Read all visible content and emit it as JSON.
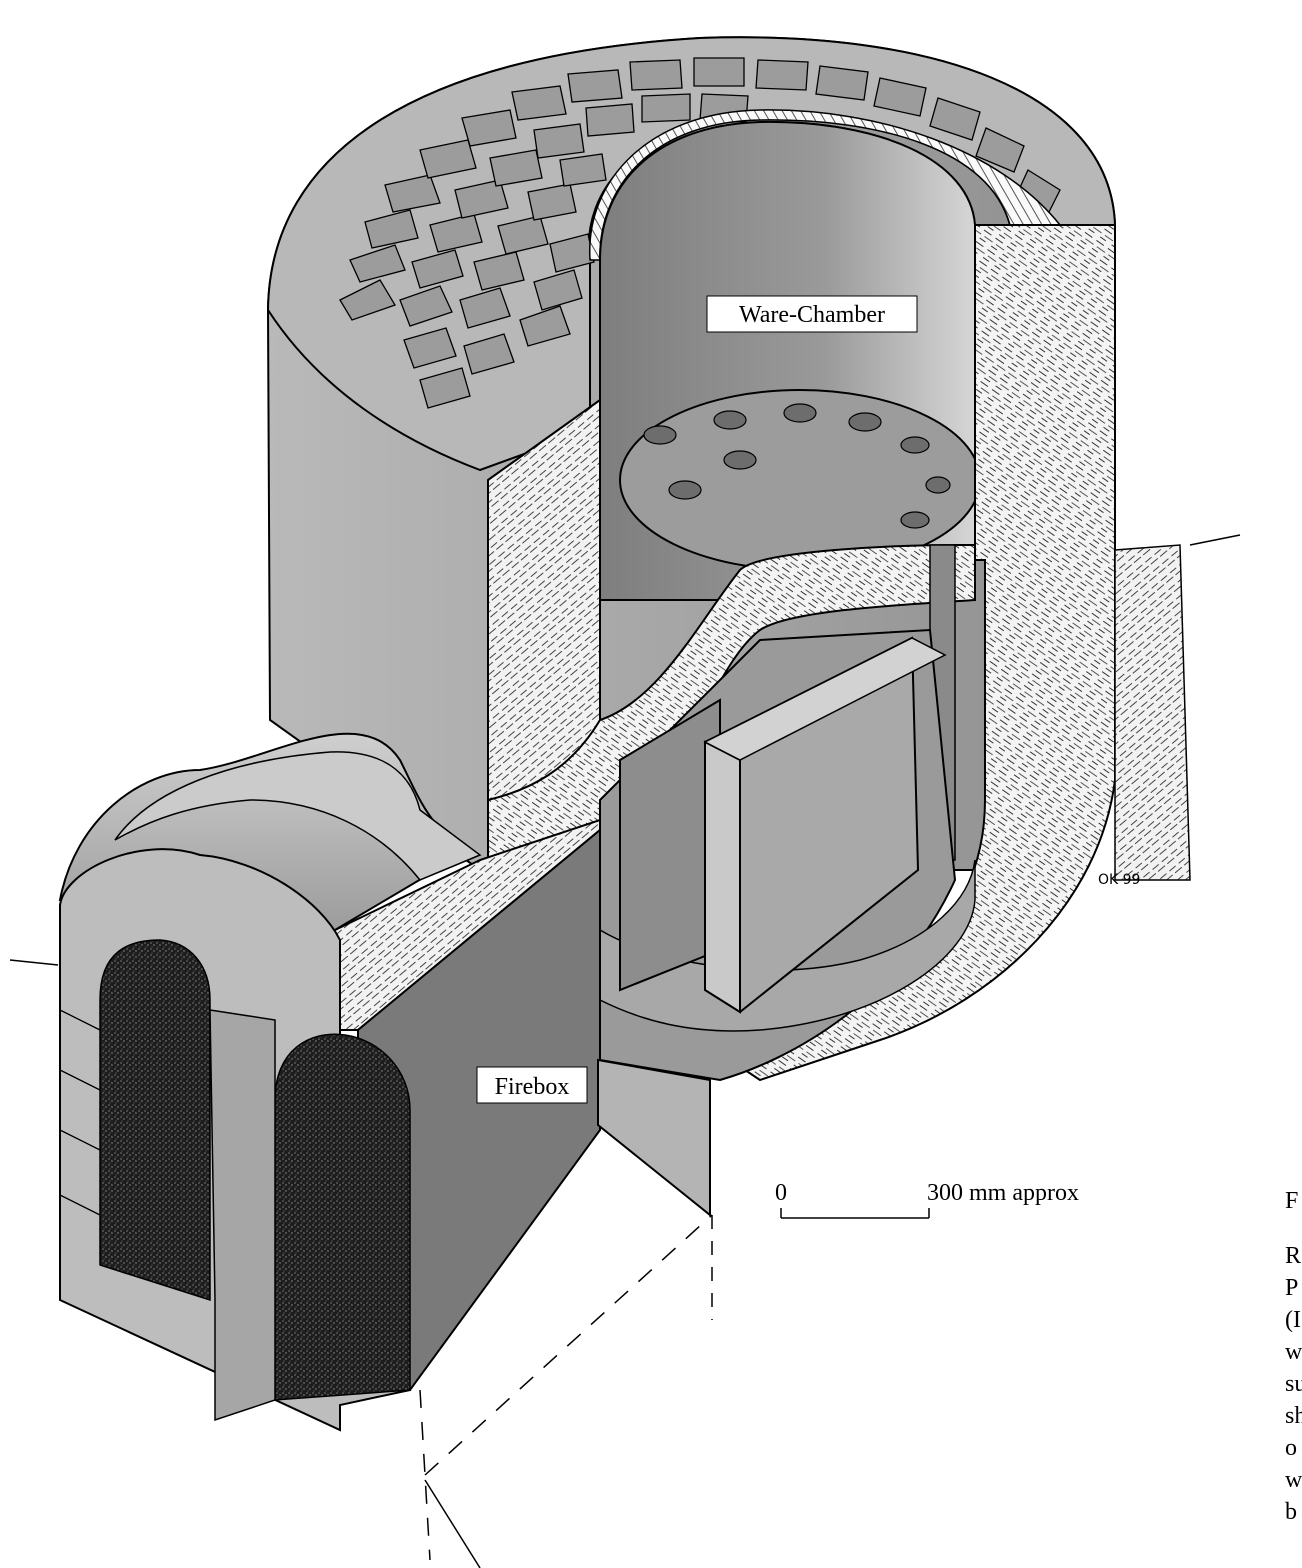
{
  "labels": {
    "ware_chamber": "Ware-Chamber",
    "firebox": "Firebox"
  },
  "scale_bar": {
    "start": "0",
    "end": "300 mm approx"
  },
  "credit": "OK 99",
  "caption_fragments": [
    "F",
    "R",
    "P",
    "(I",
    "w",
    "su",
    "sh",
    "o",
    "w",
    "b"
  ]
}
